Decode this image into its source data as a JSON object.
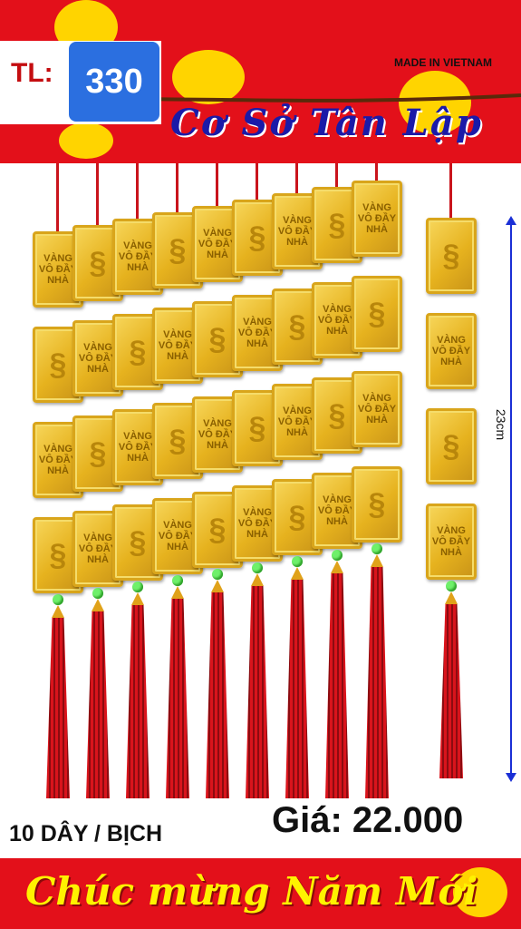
{
  "header": {
    "tl_label": "TL:",
    "tl_number": "330",
    "made_in": "MADE IN VIETNAM",
    "shop_name": "Cơ Sở Tân Lập"
  },
  "product": {
    "tile_text": "VÀNG VÔ ĐẦY NHÀ",
    "strand_count": 10,
    "tiles_per_strand": 4
  },
  "measurement": {
    "label": "23cm"
  },
  "footer": {
    "quantity": "10 DÂY / BỊCH",
    "price": "Giá: 22.000",
    "greeting": "Chúc mừng Năm Mới"
  },
  "colors": {
    "banner_red": "#e3101a",
    "badge_blue": "#2b6fe0",
    "gold": "#e6b21e",
    "greeting_yellow": "#fff200",
    "measure_blue": "#1a2fd6"
  }
}
